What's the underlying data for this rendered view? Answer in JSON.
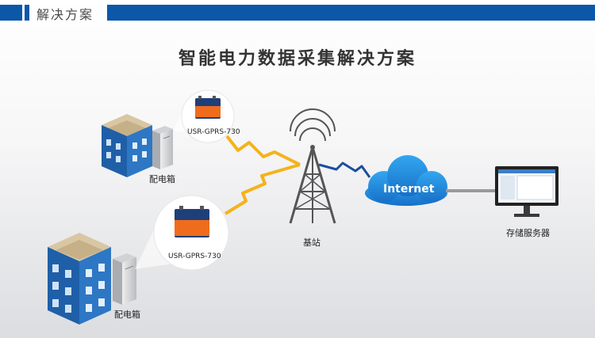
{
  "header": {
    "section_title": "解决方案"
  },
  "main": {
    "title": "智能电力数据采集解决方案"
  },
  "nodes": {
    "cabinet_top_label": "配电箱",
    "cabinet_bottom_label": "配电箱",
    "device_top_label": "USR-GPRS-730",
    "device_bottom_label": "USR-GPRS-730",
    "tower_label": "基站",
    "cloud_label": "Internet",
    "server_label": "存储服务器"
  },
  "colors": {
    "brand_blue": "#0c57a8",
    "lightning": "#f5b21b",
    "link_blue": "#1b4f9c",
    "cloud": "#1e8fe0",
    "device_orange": "#ef6c1d"
  }
}
